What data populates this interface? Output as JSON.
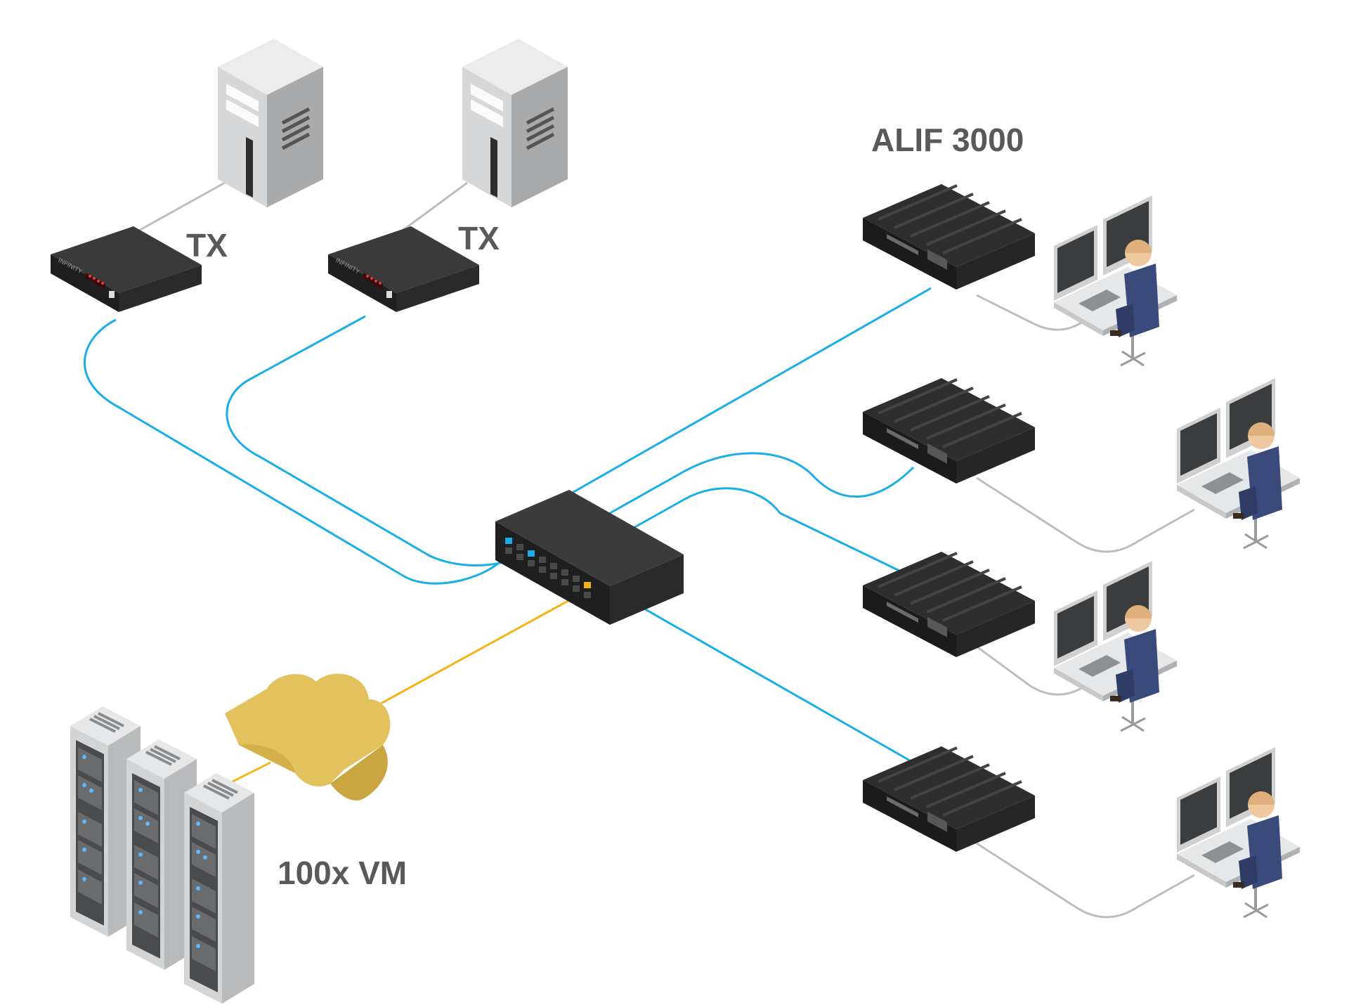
{
  "labels": {
    "tx_left": "TX",
    "tx_right": "TX",
    "alif": "ALIF 3000",
    "vm": "100x VM",
    "tx_brand": "INFINITY"
  },
  "colors": {
    "link_blue": "#1aaee8",
    "link_orange": "#f5b31a",
    "link_grey": "#bdbdbd",
    "device_dark": "#2b2b2b",
    "server_grey": "#cfd0d1",
    "cloud_gold": "#e3c15c",
    "label_grey": "#595959"
  },
  "icons": {
    "tower_server": "tower-server-icon",
    "tx_unit": "tx-unit-icon",
    "network_switch": "network-switch-icon",
    "alif_unit": "alif-receiver-icon",
    "workstation": "operator-workstation-icon",
    "cloud": "cloud-icon",
    "server_rack": "server-rack-icon"
  }
}
